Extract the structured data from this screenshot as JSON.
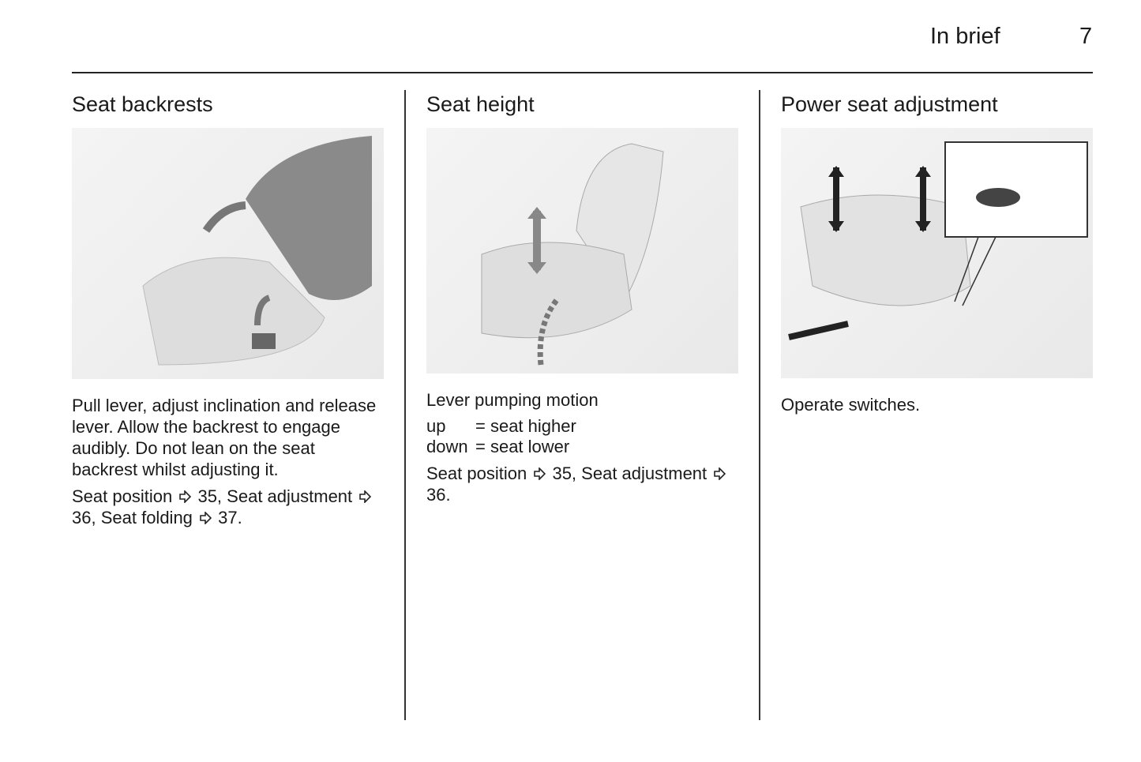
{
  "header": {
    "title": "In brief",
    "page": "7"
  },
  "columns": [
    {
      "heading": "Seat backrests",
      "para": "Pull lever, adjust inclination and release lever. Allow the backrest to engage audibly. Do not lean on the seat backrest whilst adjusting it.",
      "refs": [
        {
          "text": "Seat position",
          "page": "35,"
        },
        {
          "text": "Seat adjustment",
          "page": "36,"
        },
        {
          "text": "Seat folding",
          "page": "37."
        }
      ]
    },
    {
      "heading": "Seat height",
      "para": "Lever pumping motion",
      "table": [
        {
          "k": "up",
          "v": "= seat higher"
        },
        {
          "k": "down",
          "v": "= seat lower"
        }
      ],
      "refs": [
        {
          "text": "Seat position",
          "page": "35,"
        },
        {
          "text": "Seat adjustment",
          "page": "36."
        }
      ]
    },
    {
      "heading": "Power seat adjustment",
      "para": "Operate switches."
    }
  ],
  "icons": {
    "xref": "arrow-right-outline-icon"
  }
}
